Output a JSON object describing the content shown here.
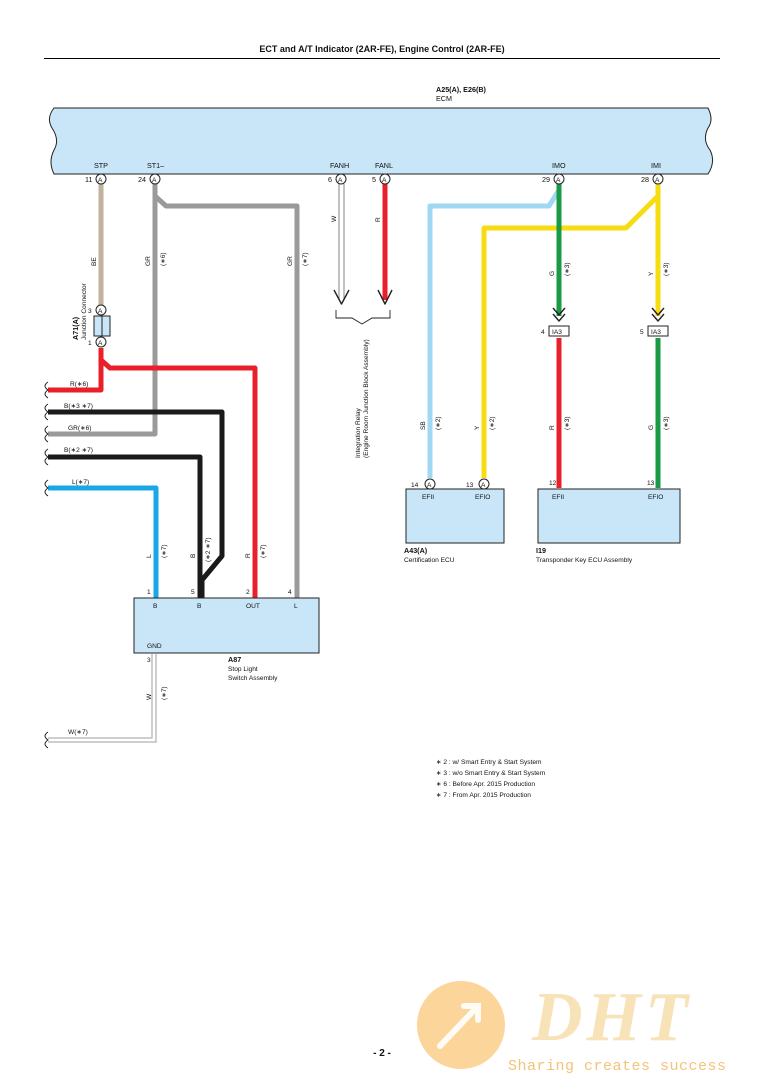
{
  "header": {
    "title": "ECT and A/T Indicator (2AR-FE), Engine Control (2AR-FE)"
  },
  "ecm": {
    "code": "A25(A), E26(B)",
    "name": "ECM",
    "terminals": [
      {
        "name": "STP",
        "pin": "11",
        "conn": "A"
      },
      {
        "name": "ST1–",
        "pin": "24",
        "conn": "A"
      },
      {
        "name": "FANH",
        "pin": "6",
        "conn": "A"
      },
      {
        "name": "FANL",
        "pin": "5",
        "conn": "A"
      },
      {
        "name": "IMO",
        "pin": "29",
        "conn": "A"
      },
      {
        "name": "IMI",
        "pin": "28",
        "conn": "A"
      }
    ]
  },
  "junction_connector": {
    "code": "A71(A)",
    "name": "Junction Connector",
    "pin_top": "3",
    "pin_bottom": "1",
    "conn": "A"
  },
  "integration_relay": {
    "line1": "Integration Relay",
    "line2": "(Engine Room Junction Block Assembly)"
  },
  "ia3": {
    "label": "IA3",
    "pin_left": "4",
    "pin_right": "5"
  },
  "wires": {
    "stp": "BE",
    "st1_gr": "GR",
    "st1_gr_note": "(∗6)",
    "gr_right": "GR",
    "gr_right_note": "(∗7)",
    "fanh": "W",
    "fanl": "R",
    "imo_g": "G",
    "imo_g_note": "(∗3)",
    "imi_y": "Y",
    "imi_y_note": "(∗3)",
    "sb": "SB",
    "sb_note": "(∗2)",
    "y2": "Y",
    "y2_note": "(∗2)",
    "r3": "R",
    "r3_note": "(∗3)",
    "g3": "G",
    "g3_note": "(∗3)",
    "l7": "L",
    "l7_note": "(∗7)",
    "b27": "B",
    "b27_note": "(∗2 ∗7)",
    "r7": "R",
    "r7_note": "(∗7)",
    "w7": "W",
    "w7_note": "(∗7)"
  },
  "left_stubs": [
    {
      "label": "R(∗6)"
    },
    {
      "label": "B(∗3 ∗7)"
    },
    {
      "label": "GR(∗6)"
    },
    {
      "label": "B(∗2 ∗7)"
    },
    {
      "label": "L(∗7)"
    },
    {
      "label": "W(∗7)"
    }
  ],
  "a43": {
    "code": "A43(A)",
    "name": "Certification ECU",
    "terminals": [
      {
        "name": "EFII",
        "pin": "14",
        "conn": "A"
      },
      {
        "name": "EFIO",
        "pin": "13",
        "conn": "A"
      }
    ]
  },
  "i19": {
    "code": "I19",
    "name": "Transponder Key ECU Assembly",
    "terminals": [
      {
        "name": "EFII",
        "pin": "12"
      },
      {
        "name": "EFIO",
        "pin": "13"
      }
    ]
  },
  "a87": {
    "code": "A87",
    "name_line1": "Stop Light",
    "name_line2": "Switch Assembly",
    "terminals": [
      {
        "name": "B",
        "pin": "1"
      },
      {
        "name": "B",
        "pin": "5"
      },
      {
        "name": "OUT",
        "pin": "2"
      },
      {
        "name": "L",
        "pin": "4"
      }
    ],
    "gnd": {
      "name": "GND",
      "pin": "3"
    }
  },
  "legend": [
    "∗ 2 : w/ Smart Entry & Start System",
    "∗ 3 : w/o Smart Entry & Start System",
    "∗ 6 : Before Apr.  2015 Production",
    "∗ 7 : From Apr.  2015 Production"
  ],
  "footer": {
    "page_number": "- 2 -"
  },
  "watermark": {
    "brand": "DHT",
    "slogan": "Sharing creates success"
  },
  "colors": {
    "ecm_fill": "#c8e6f8",
    "beige": "#bfb29f",
    "gray": "#9a9a9a",
    "red": "#e8202a",
    "black": "#1a1a1a",
    "blue": "#1aa7e6",
    "light_blue": "#9fd8f2",
    "green": "#1a9a44",
    "yellow": "#f7dc12",
    "white_wire": "#bdbdbd"
  }
}
